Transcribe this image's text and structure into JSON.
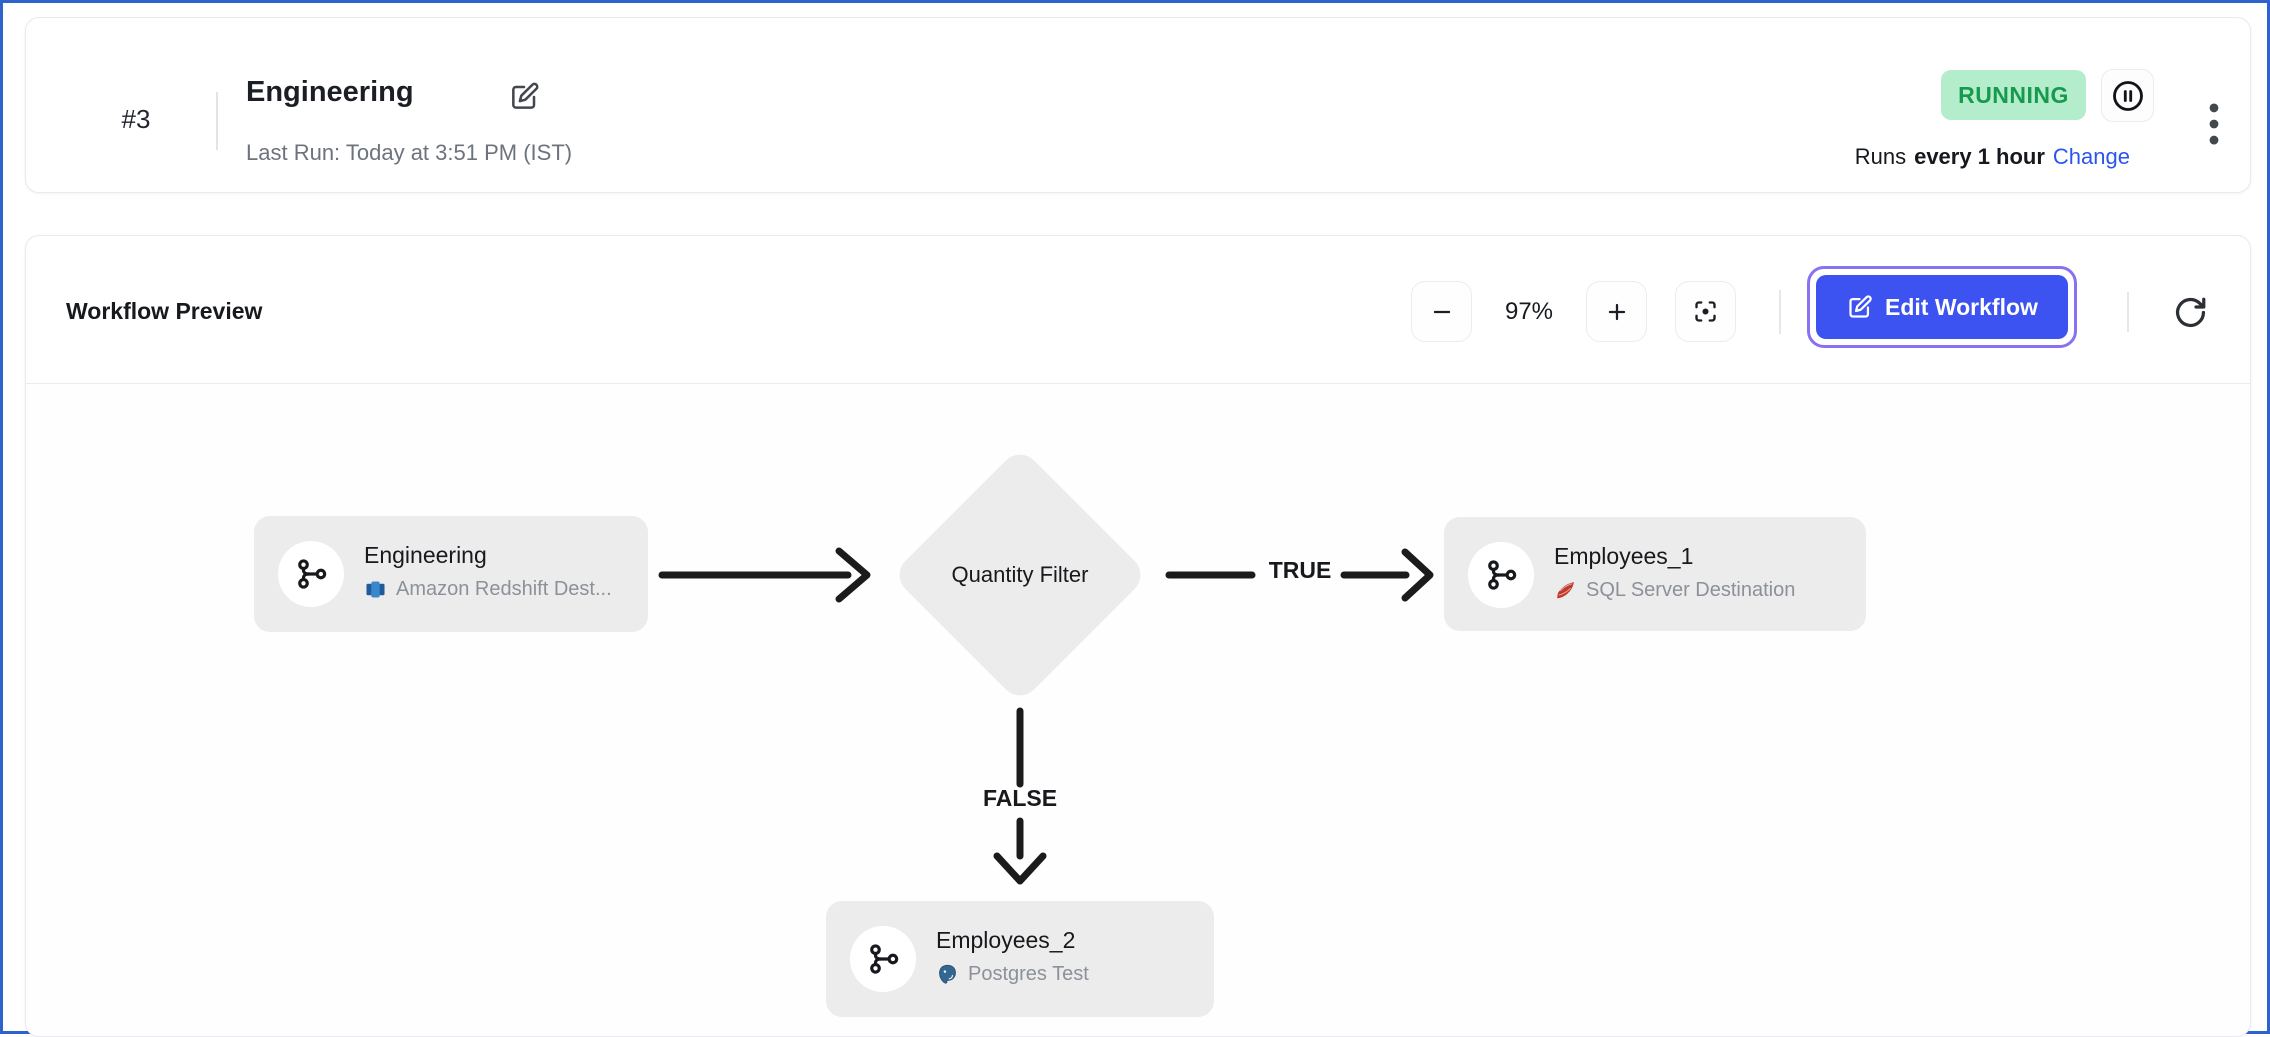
{
  "frame": {
    "accent_border_color": "#2e62cc"
  },
  "header": {
    "run_number": "#3",
    "title": "Engineering",
    "last_run": "Last Run: Today at 3:51 PM (IST)",
    "status_badge": "RUNNING",
    "status_colors": {
      "background": "#b3edcb",
      "text": "#17994e"
    },
    "schedule": {
      "prefix": "Runs",
      "interval": "every 1 hour",
      "change_link": "Change"
    },
    "link_color": "#2c55f0"
  },
  "toolbar": {
    "panel_title": "Workflow Preview",
    "zoom_level": "97%",
    "edit_button_label": "Edit Workflow",
    "edit_button_color": "#3c52f1",
    "focus_ring_color": "#8a71f3"
  },
  "canvas": {
    "nodes": [
      {
        "title": "Engineering",
        "subtitle": "Amazon Redshift Dest...",
        "source_icon": "redshift-icon"
      },
      {
        "title": "Employees_1",
        "subtitle": "SQL Server Destination",
        "source_icon": "sql-server-icon"
      },
      {
        "title": "Employees_2",
        "subtitle": "Postgres Test",
        "source_icon": "postgres-icon"
      }
    ],
    "filter_node": {
      "title": "Quantity Filter"
    },
    "edge_labels": {
      "true_branch": "TRUE",
      "false_branch": "FALSE"
    },
    "node_background": "#ececec"
  },
  "icons": {
    "edit": "square-pen",
    "pause": "pause-circle",
    "kebab": "vertical-ellipsis",
    "zoom_out": "minus",
    "zoom_in": "plus",
    "fit": "focus-frame-dot",
    "refresh": "rotate-clockwise-arrow",
    "node_type": "branch-merge",
    "redshift": "blue-database-bars",
    "sql_server": "red-ribbon-flag",
    "postgres": "blue-elephant"
  }
}
